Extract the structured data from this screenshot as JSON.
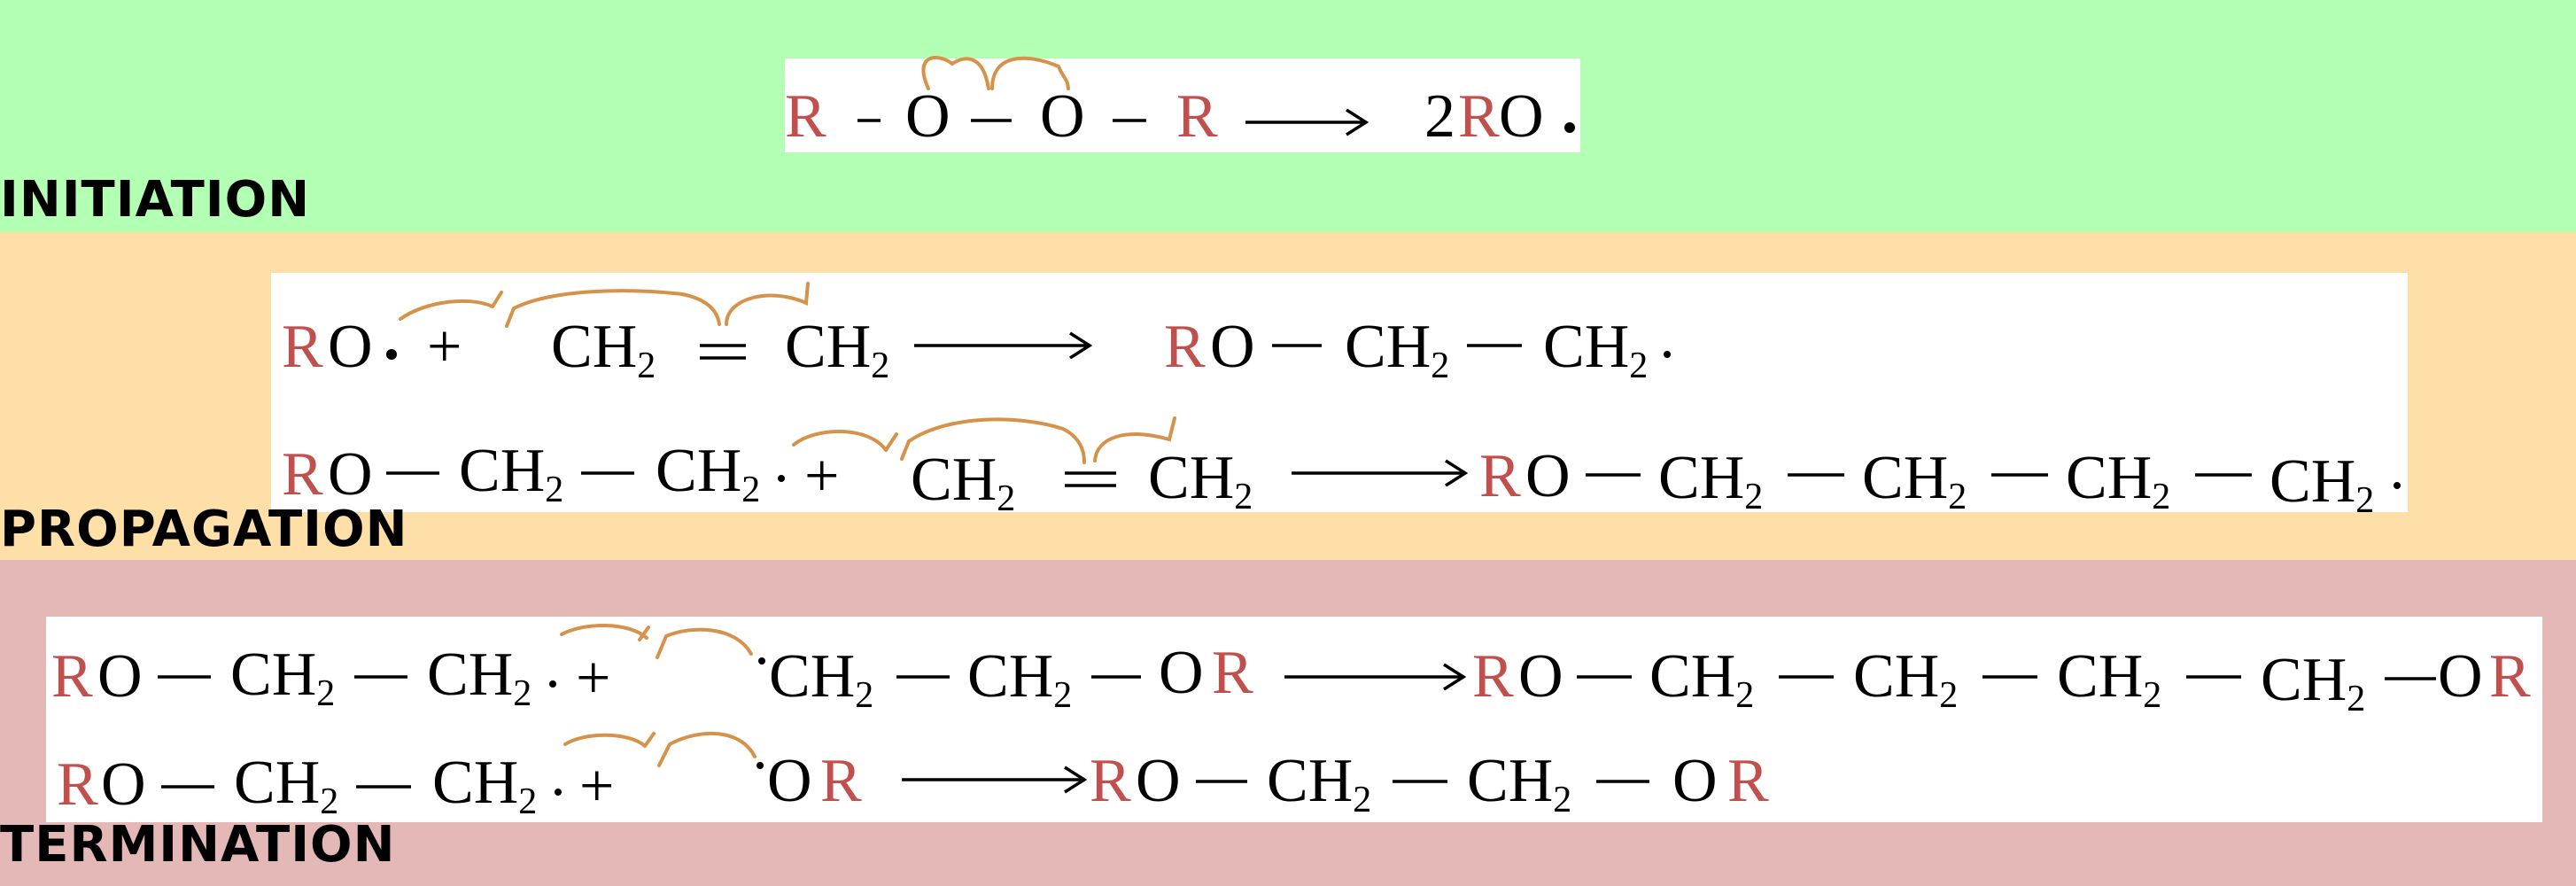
{
  "colors": {
    "initiation_bg": "#b3ffb3",
    "propagation_bg": "#ffdfa8",
    "termination_bg": "#e5b8b8",
    "r_group": "#c0504d",
    "curly_arrow": "#d4924a"
  },
  "stages": [
    {
      "label": "INITIATION"
    },
    {
      "label": "PROPAGATION"
    },
    {
      "label": "TERMINATION"
    }
  ],
  "atoms": {
    "r": "R",
    "o": "O",
    "ro": "RO",
    "ch2_c": "CH",
    "ch2_sub": "2",
    "two": "2",
    "plus": "+",
    "bond": "—",
    "dbond": "=",
    "radical": "•",
    "dot": "·"
  }
}
